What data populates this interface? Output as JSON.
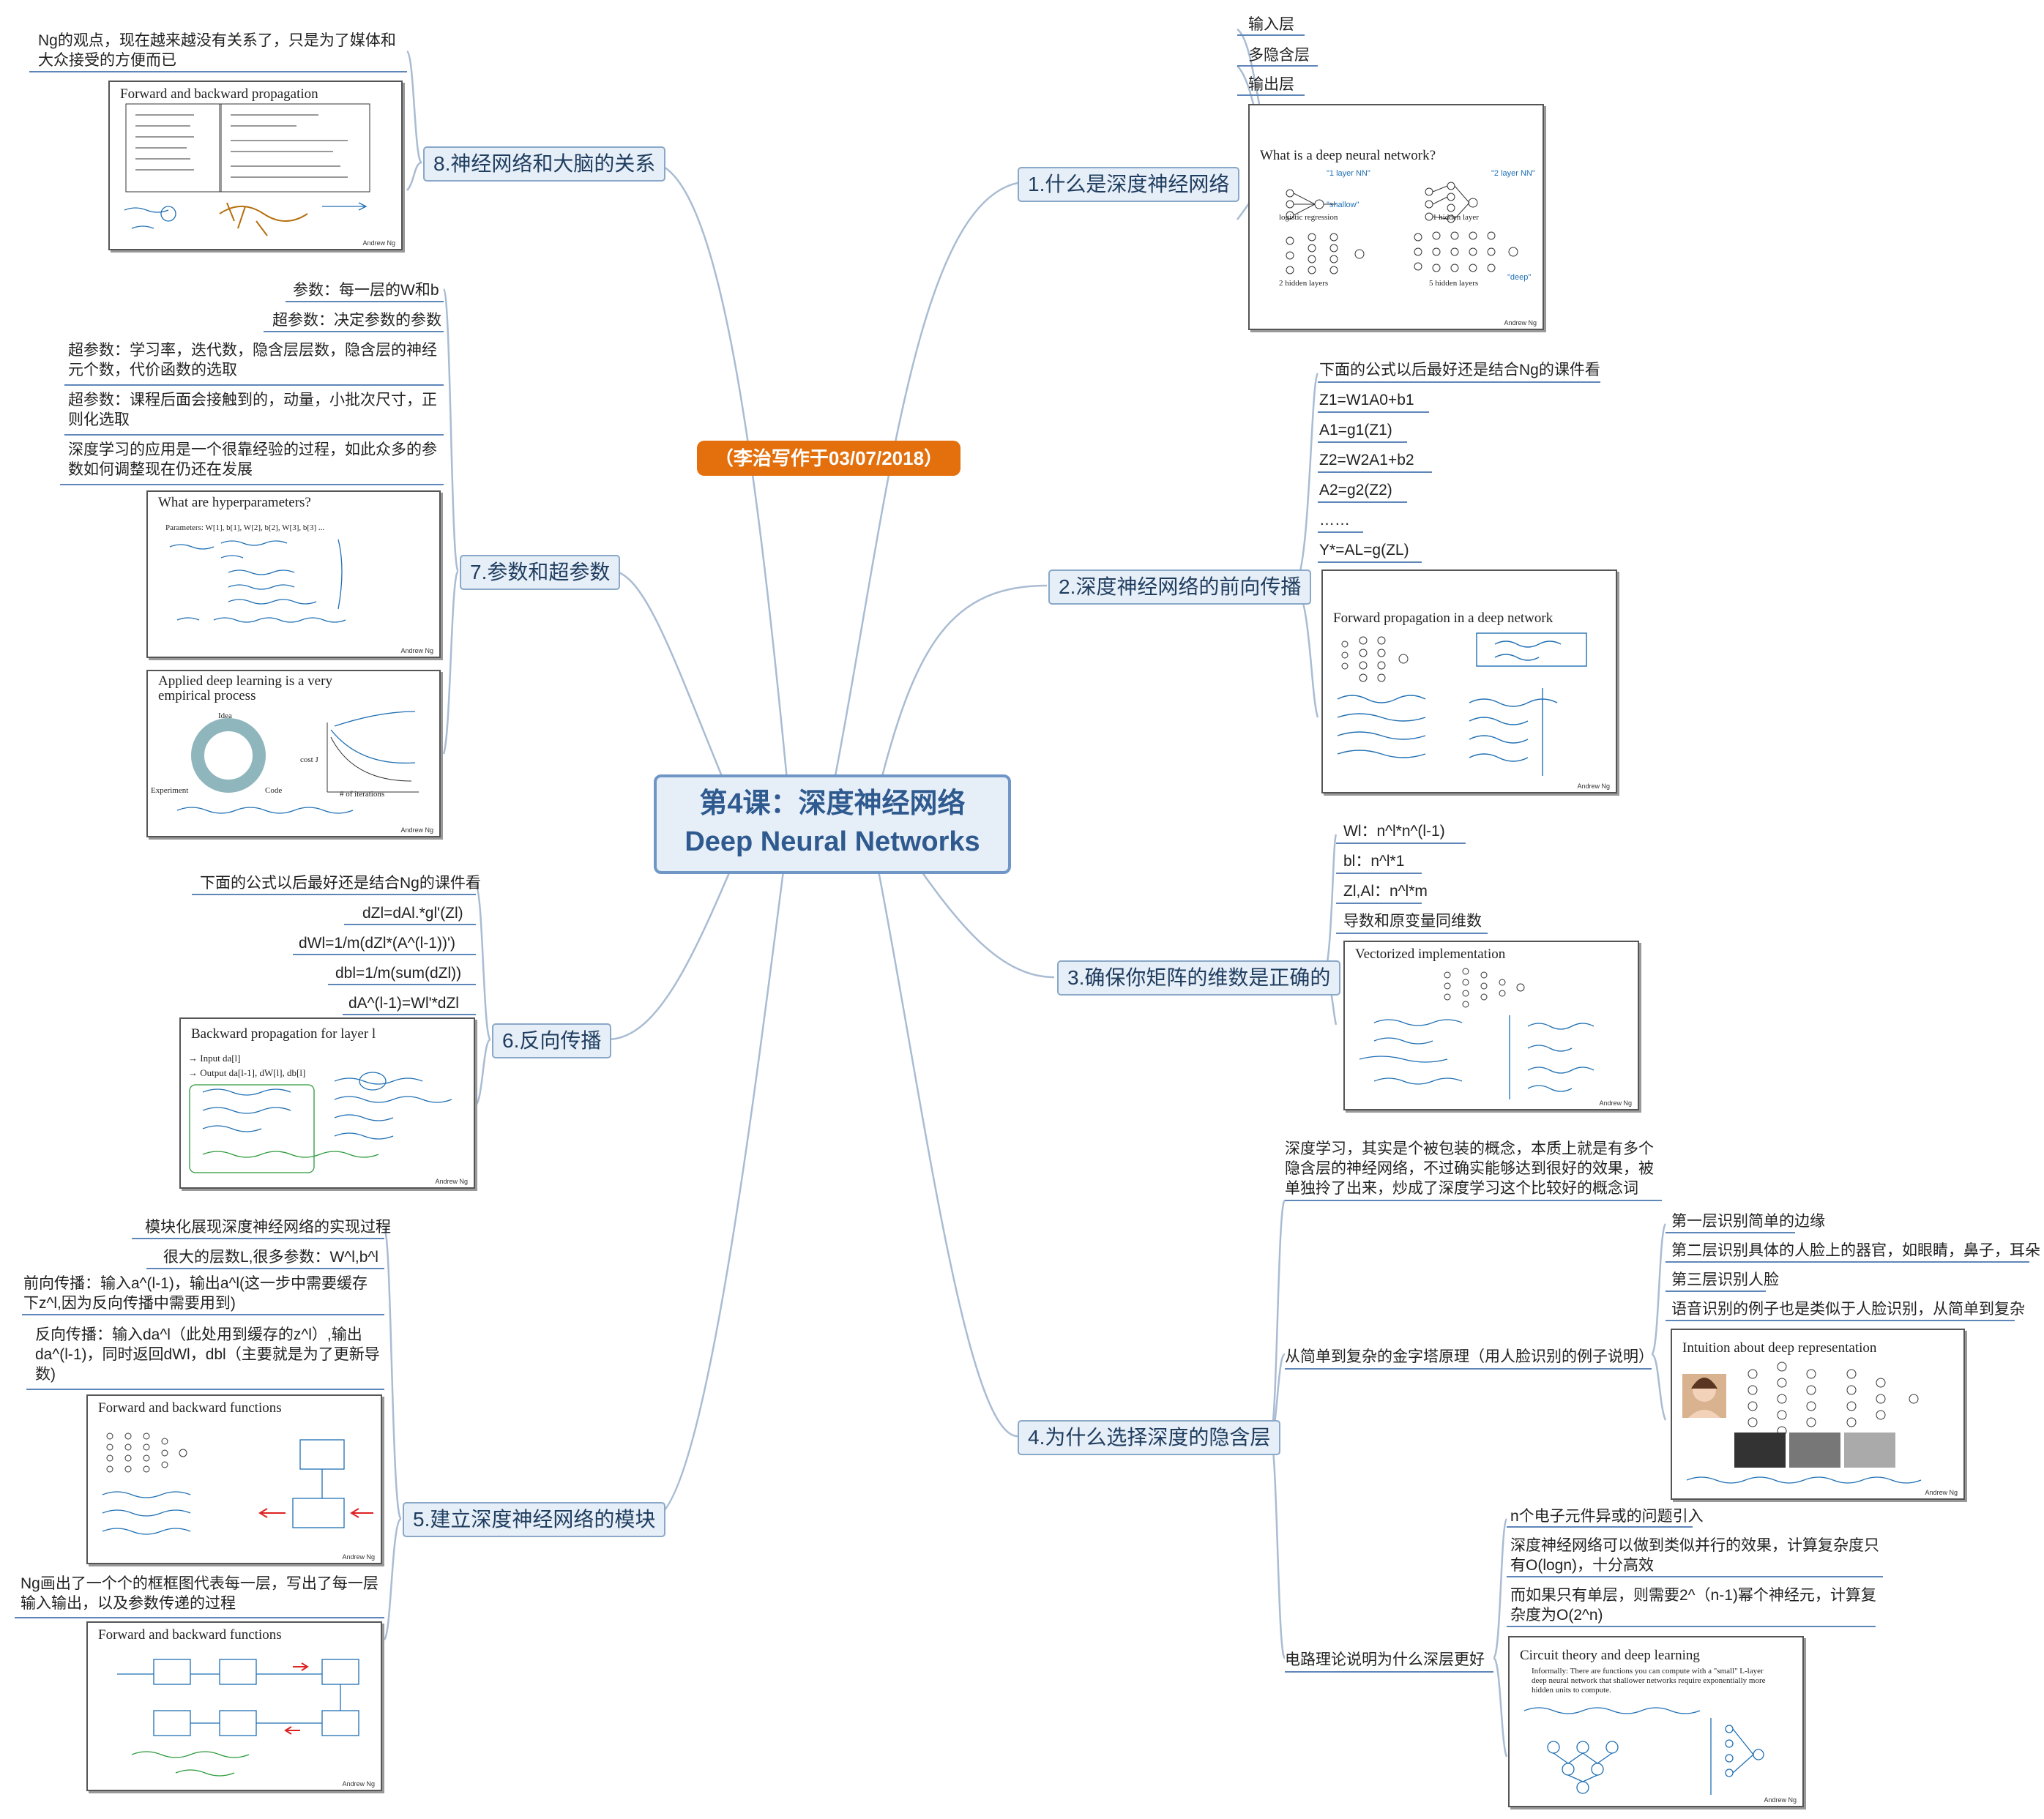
{
  "central": {
    "line1": "第4课：深度神经网络",
    "line2": "Deep Neural Networks"
  },
  "author_note": "（李治写作于03/07/2018）",
  "slide_signature": "Andrew Ng",
  "t1": {
    "label": "1.什么是深度神经网络",
    "items": [
      "输入层",
      "多隐含层",
      "输出层"
    ],
    "slide": {
      "title": "What is a deep neural network?",
      "captions": [
        "logistic regression",
        "1 hidden layer",
        "2 hidden layers",
        "5 hidden layers"
      ],
      "handwriting": [
        "\"1 layer NN\"",
        "\"2 layer NN\"",
        "\"shallow\"",
        "\"deep\""
      ]
    }
  },
  "t2": {
    "label": "2.深度神经网络的前向传播",
    "items": [
      "下面的公式以后最好还是结合Ng的课件看",
      "Z1=W1A0+b1",
      "A1=g1(Z1)",
      "Z2=W2A1+b2",
      "A2=g2(Z2)",
      "……",
      "Y*=AL=g(ZL)"
    ],
    "slide": {
      "title": "Forward propagation in a deep network"
    }
  },
  "t3": {
    "label": "3.确保你矩阵的维数是正确的",
    "items": [
      "Wl：n^l*n^(l-1)",
      "bl：n^l*1",
      "Zl,Al：n^l*m",
      "导数和原变量同维数"
    ],
    "slide": {
      "title": "Vectorized implementation"
    }
  },
  "t4": {
    "label": "4.为什么选择深度的隐含层",
    "intro": "深度学习，其实是个被包装的概念，本质上就是有多个隐含层的神经网络，不过确实能够达到很好的效果，被单独拎了出来，炒成了深度学习这个比较好的概念词",
    "pyramid": {
      "label": "从简单到复杂的金字塔原理（用人脸识别的例子说明）",
      "items": [
        "第一层识别简单的边缘",
        "第二层识别具体的人脸上的器官，如眼睛，鼻子，耳朵",
        "第三层识别人脸",
        "语音识别的例子也是类似于人脸识别，从简单到复杂"
      ],
      "slide": {
        "title": "Intuition about deep representation"
      }
    },
    "circuit": {
      "label": "电路理论说明为什么深层更好",
      "items": [
        "n个电子元件异或的问题引入",
        "深度神经网络可以做到类似并行的效果，计算复杂度只有O(logn)，十分高效",
        "而如果只有单层，则需要2^（n-1)幂个神经元，计算复杂度为O(2^n)"
      ],
      "slide": {
        "title": "Circuit theory and deep learning",
        "body": "Informally: There are functions you can compute with a \"small\" L-layer deep neural network that shallower networks require exponentially more hidden units to compute."
      }
    }
  },
  "t5": {
    "label": "5.建立深度神经网络的模块",
    "items": [
      "模块化展现深度神经网络的实现过程",
      "很大的层数L,很多参数：W^l,b^l",
      "前向传播：输入a^(l-1)，输出a^l(这一步中需要缓存下z^l,因为反向传播中需要用到)",
      "反向传播：输入da^l（此处用到缓存的z^l）,输出da^(l-1)，同时返回dWl，dbl（主要就是为了更新导数)"
    ],
    "note": "Ng画出了一个个的框框图代表每一层，写出了每一层输入输出，以及参数传递的过程",
    "slide_a": {
      "title": "Forward and backward functions"
    },
    "slide_b": {
      "title": "Forward and backward functions"
    }
  },
  "t6": {
    "label": "6.反向传播",
    "items": [
      "下面的公式以后最好还是结合Ng的课件看",
      "dZl=dAl.*gl'(Zl)",
      "dWl=1/m(dZl*(A^(l-1))')",
      "dbl=1/m(sum(dZl))",
      "dA^(l-1)=Wl'*dZl"
    ],
    "slide": {
      "title": "Backward propagation for layer l",
      "lines": [
        "→ Input da[l]",
        "→ Output da[l-1], dW[l], db[l]"
      ]
    }
  },
  "t7": {
    "label": "7.参数和超参数",
    "items": [
      "参数：每一层的W和b",
      "超参数：决定参数的参数",
      "超参数：学习率，迭代数，隐含层层数，隐含层的神经元个数，代价函数的选取",
      "超参数：课程后面会接触到的，动量，小批次尺寸，正则化选取",
      "深度学习的应用是一个很靠经验的过程，如此众多的参数如何调整现在仍还在发展"
    ],
    "slide_a": {
      "title": "What are hyperparameters?",
      "line": "Parameters: W[1], b[1], W[2], b[2], W[3], b[3] ..."
    },
    "slide_b": {
      "title": "Applied deep learning is a very empirical process",
      "labels": [
        "Idea",
        "Experiment",
        "Code",
        "cost J",
        "# of iterations"
      ]
    }
  },
  "t8": {
    "label": "8.神经网络和大脑的关系",
    "note": "Ng的观点，现在越来越没有关系了，只是为了媒体和大众接受的方便而已",
    "slide": {
      "title": "Forward and backward propagation"
    }
  },
  "colors": {
    "branch": "#8aa8c8",
    "central_border": "#7096c6",
    "note_bg": "#e3700d",
    "ink": "#1f6fb3"
  }
}
